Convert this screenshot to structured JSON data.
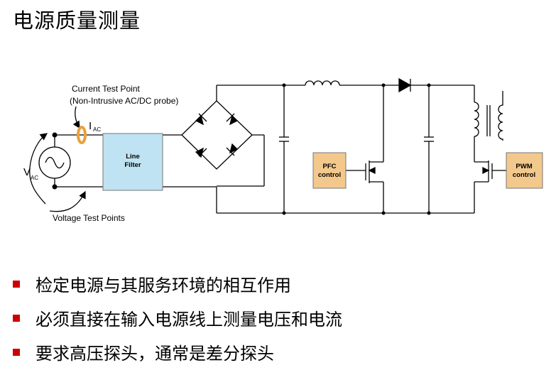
{
  "title": "电源质量测量",
  "diagram": {
    "current_test_point": "Current Test Point",
    "probe_note": "(Non-Intrusive AC/DC probe)",
    "iac_main": "I",
    "iac_sub": "AC",
    "vac_main": "V",
    "vac_sub": "AC",
    "voltage_test_points": "Voltage Test Points",
    "line_filter": [
      "Line",
      "Filter"
    ],
    "pfc_control": [
      "PFC",
      "control"
    ],
    "pwm_control": [
      "PWM",
      "control"
    ],
    "colors": {
      "filter_fill": "#bfe3f2",
      "control_fill": "#f2c88c",
      "probe_ring": "#e8a23c",
      "bullet": "#cc0000"
    }
  },
  "bullets": [
    "检定电源与其服务环境的相互作用",
    "必须直接在输入电源线上测量电压和电流",
    "要求高压探头，通常是差分探头"
  ]
}
